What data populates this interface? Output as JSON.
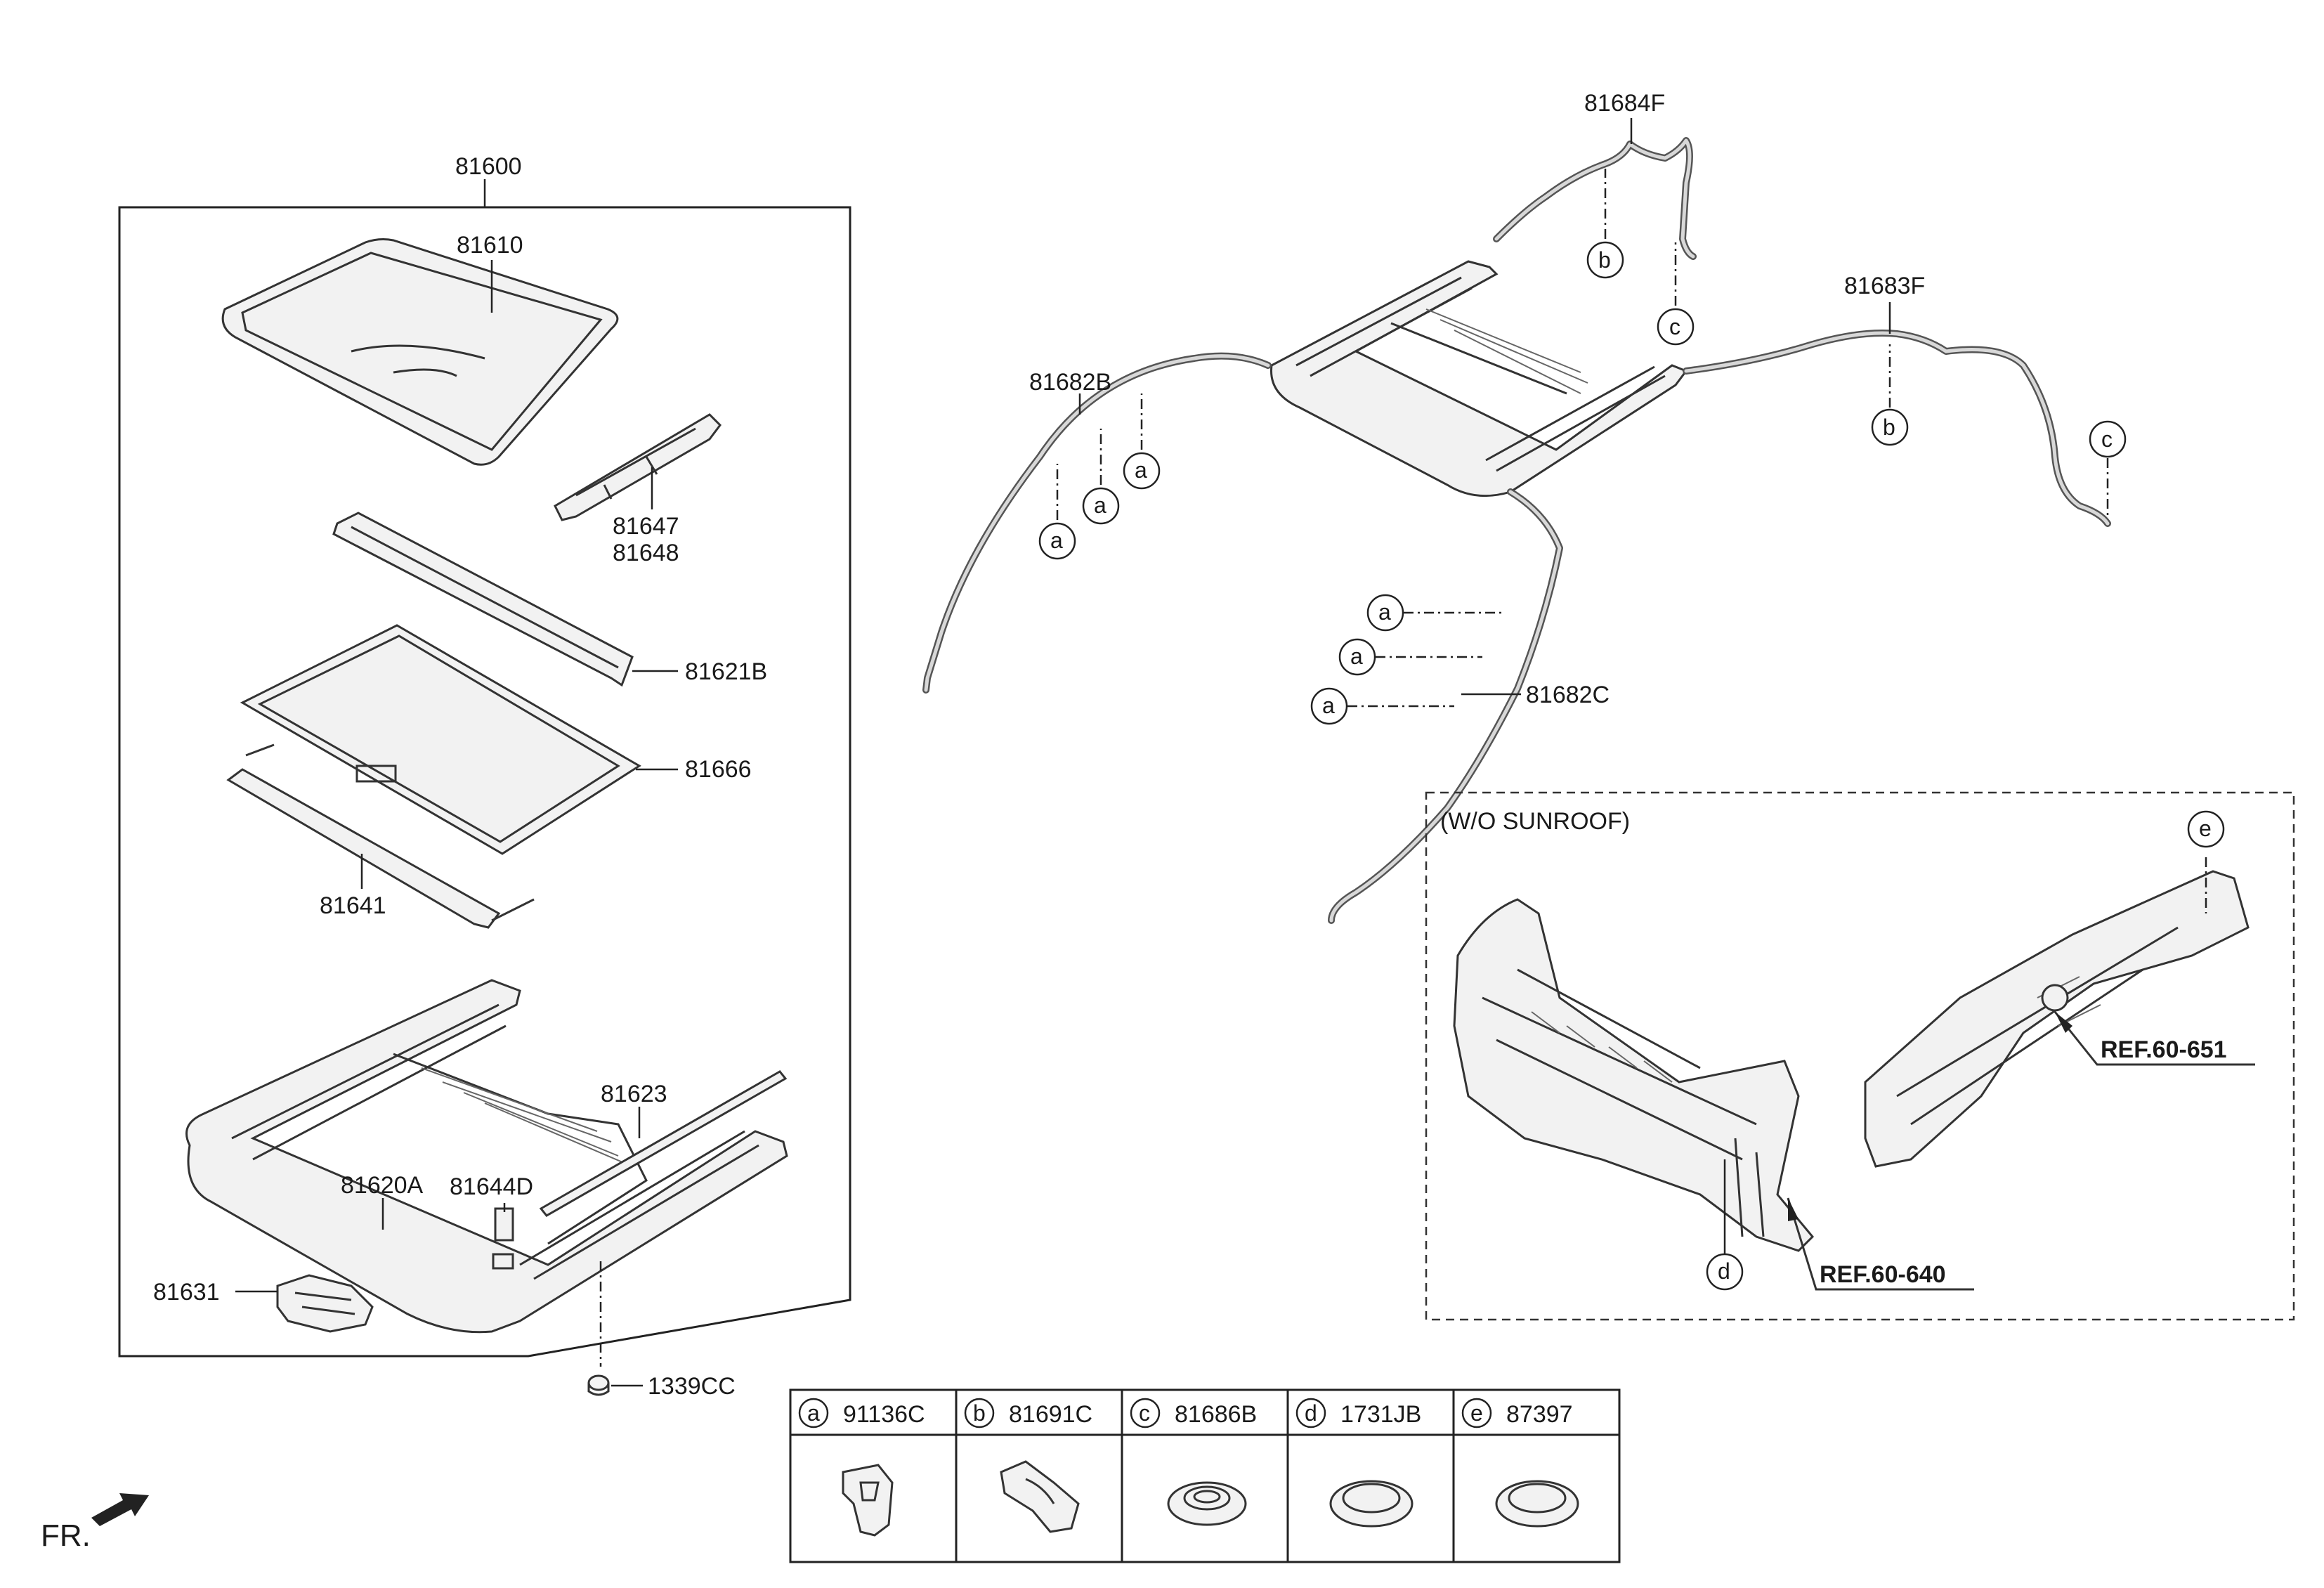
{
  "labels": {
    "assembly": "81600",
    "glass": "81610",
    "guide_a": "81647",
    "guide_b": "81648",
    "deflector": "81621B",
    "sunshade": "81666",
    "shade_bar": "81641",
    "frame": "81620A",
    "rail": "81623",
    "bracket": "81644D",
    "motor": "81631",
    "clip": "1339CC",
    "hose_front_left": "81682B",
    "hose_rear_left": "81684F",
    "hose_rear_right": "81683F",
    "hose_front_right": "81682C",
    "fr": "FR."
  },
  "callouts": {
    "a": "a",
    "b": "b",
    "c": "c",
    "d": "d",
    "e": "e"
  },
  "inset": {
    "title": "(W/O SUNROOF)",
    "ref_1": "REF.60-651",
    "ref_2": "REF.60-640"
  },
  "legend": [
    {
      "letter": "a",
      "part": "91136C",
      "icon": "clip-icon"
    },
    {
      "letter": "b",
      "part": "81691C",
      "icon": "hose-clamp-icon"
    },
    {
      "letter": "c",
      "part": "81686B",
      "icon": "grommet-icon"
    },
    {
      "letter": "d",
      "part": "1731JB",
      "icon": "plug-icon"
    },
    {
      "letter": "e",
      "part": "87397",
      "icon": "plug-icon"
    }
  ],
  "colors": {
    "line": "#222222",
    "hose": "#555555",
    "hose_inner": "#d8d8d8"
  }
}
